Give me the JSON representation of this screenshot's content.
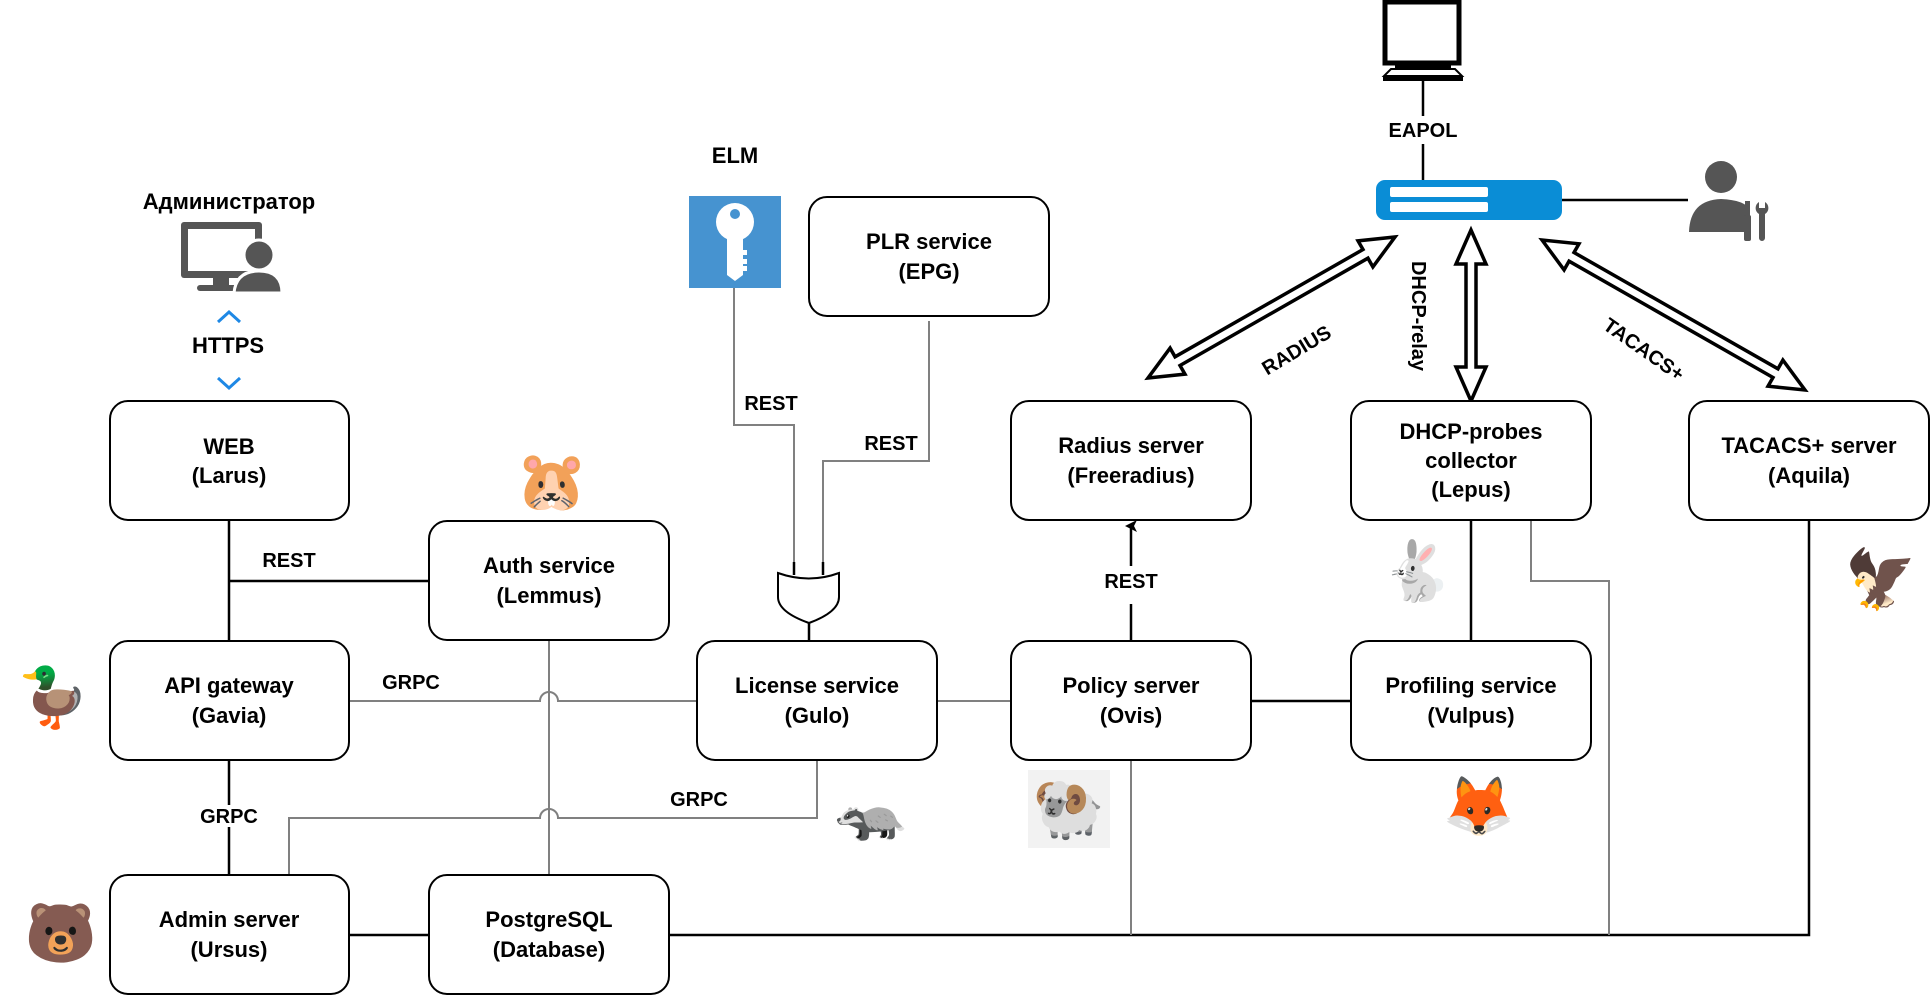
{
  "diagram": {
    "admin_user": {
      "label": "Администратор",
      "icon": "admin-workstation-icon"
    },
    "https": {
      "label": "HTTPS",
      "icon_up": "chevron-up-icon",
      "icon_down": "chevron-down-icon",
      "color": "#1E88E5"
    },
    "elm": {
      "label": "ELM",
      "icon": "key-icon",
      "color": "#4693D0"
    },
    "endpoint": {
      "icon": "computer-icon"
    },
    "eapol": {
      "label": "EAPOL"
    },
    "switch": {
      "icon": "network-switch-icon",
      "color": "#0A8DD6"
    },
    "technician": {
      "icon": "technician-icon"
    },
    "nodes": {
      "web": {
        "title": "WEB",
        "subtitle": "(Larus)"
      },
      "auth": {
        "title": "Auth service",
        "subtitle": "(Lemmus)"
      },
      "api": {
        "title": "API gateway",
        "subtitle": "(Gavia)"
      },
      "license": {
        "title": "License service",
        "subtitle": "(Gulo)"
      },
      "policy": {
        "title": "Policy server",
        "subtitle": "(Ovis)"
      },
      "profiling": {
        "title": "Profiling service",
        "subtitle": "(Vulpus)"
      },
      "admin": {
        "title": "Admin server",
        "subtitle": "(Ursus)"
      },
      "postgres": {
        "title": "PostgreSQL",
        "subtitle": "(Database)"
      },
      "plr": {
        "title": "PLR service",
        "subtitle": "(EPG)"
      },
      "radius": {
        "title": "Radius server",
        "subtitle": "(Freeradius)"
      },
      "dhcp": {
        "line1": "DHCP-probes",
        "line2": "collector",
        "line3": "(Lepus)"
      },
      "tacacs": {
        "title": "TACACS+ server",
        "subtitle": "(Aquila)"
      }
    },
    "edge_labels": {
      "web_auth": "REST",
      "api_license": "GRPC",
      "api_admin": "GRPC",
      "license_admin": "GRPC",
      "elm_license": "REST",
      "plr_license": "REST",
      "policy_radius": "REST",
      "radius_proto": "RADIUS",
      "dhcp_proto": "DHCP-relay",
      "tacacs_proto": "TACACS+"
    },
    "animals": {
      "lemmus": "🐹",
      "gavia": "🦆",
      "ursus": "🐻",
      "gulo": "🦡",
      "ovis": "🐏",
      "lepus": "🐇",
      "vulpus": "🦊",
      "aquila": "🦅"
    }
  }
}
